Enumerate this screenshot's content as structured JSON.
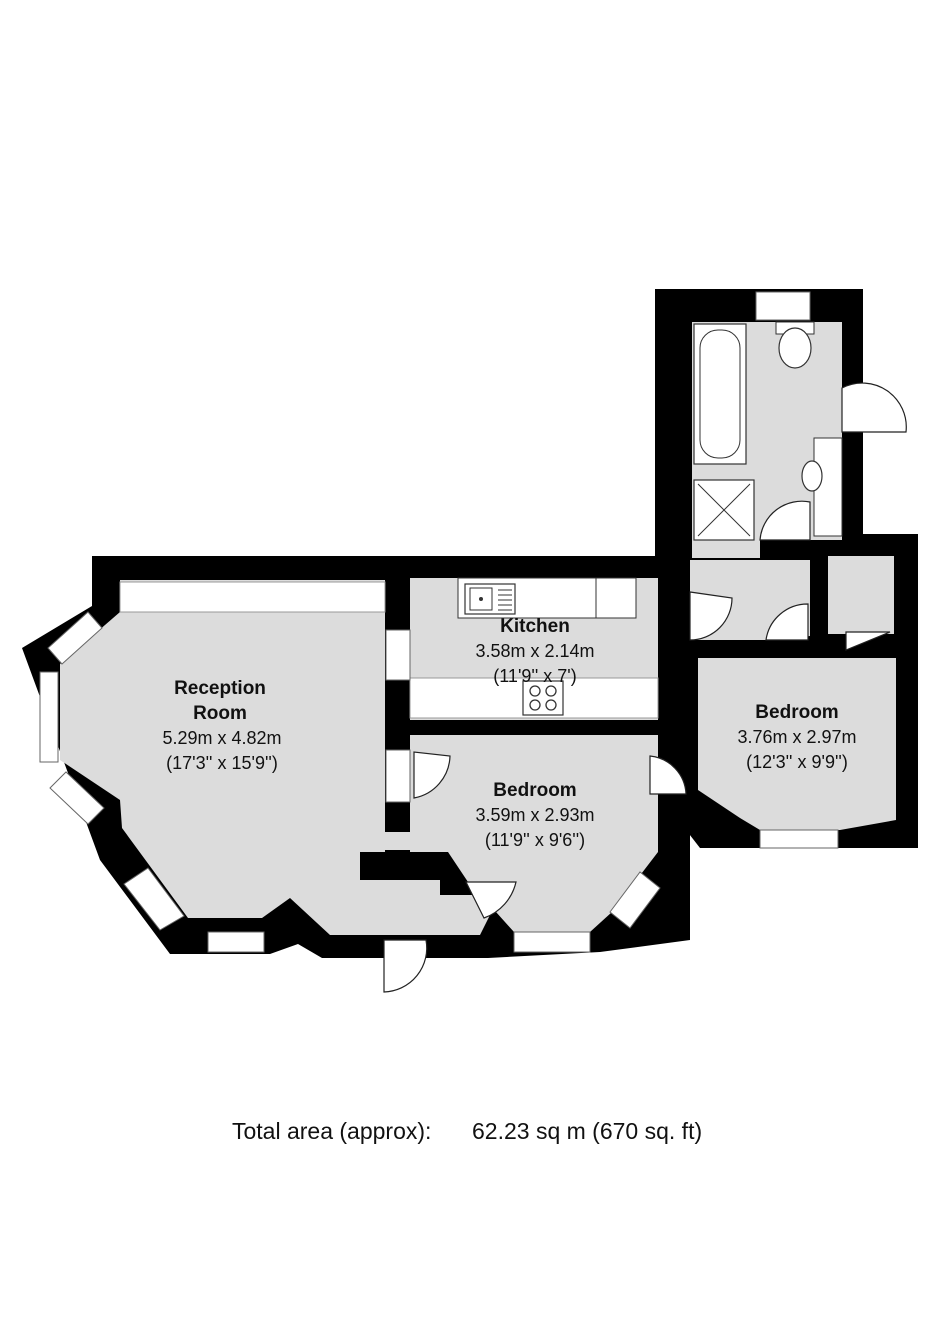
{
  "rooms": {
    "reception": {
      "name_line1": "Reception",
      "name_line2": "Room",
      "metric": "5.29m x 4.82m",
      "imperial": "(17'3'' x 15'9'')"
    },
    "kitchen": {
      "name": "Kitchen",
      "metric": "3.58m x 2.14m",
      "imperial": "(11'9'' x 7')"
    },
    "bedroom_front": {
      "name": "Bedroom",
      "metric": "3.59m x 2.93m",
      "imperial": "(11'9'' x 9'6'')"
    },
    "bedroom_rear": {
      "name": "Bedroom",
      "metric": "3.76m x 2.97m",
      "imperial": "(12'3'' x 9'9'')"
    }
  },
  "total_area": {
    "label": "Total area (approx):",
    "value": "62.23 sq m (670 sq. ft)"
  },
  "colors": {
    "wall": "#000000",
    "floor": "#dcdcdc",
    "window": "#ffffff",
    "background": "#ffffff"
  }
}
